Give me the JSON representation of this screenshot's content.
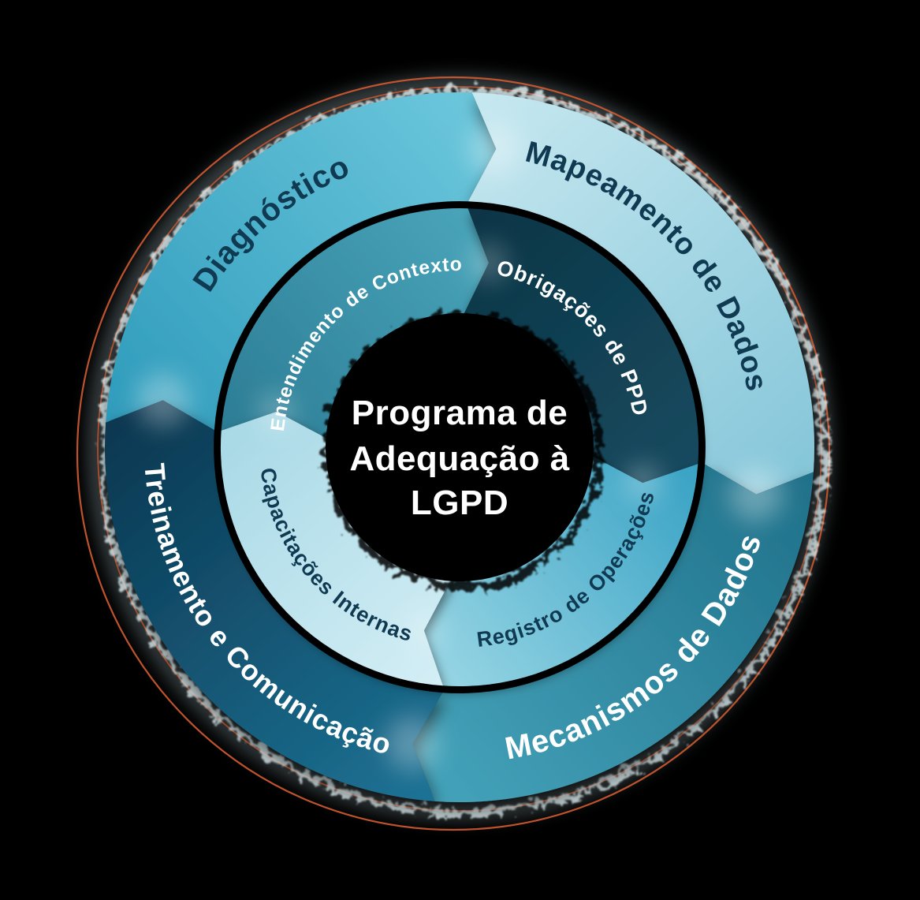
{
  "center_title": {
    "line1": "Programa de",
    "line2": "Adequação à",
    "line3": "LGPD"
  },
  "outer_ring": {
    "flow_direction": "clockwise",
    "segments": [
      {
        "id": "diagnostico",
        "label": "Diagnóstico",
        "position": "top-left",
        "color_start": "#2e9bbb",
        "color_end": "#6cc7dc",
        "text_color": "#0f3a52"
      },
      {
        "id": "mapeamento-de-dados",
        "label": "Mapeamento de Dados",
        "position": "top-right",
        "color_start": "#c7e8f0",
        "color_end": "#85c6d9",
        "text_color": "#0f3a52"
      },
      {
        "id": "mecanismos-de-dados",
        "label": "Mecanismos de Dados",
        "position": "bottom-right",
        "color_start": "#1f7089",
        "color_end": "#44a3ba",
        "text_color": "#ffffff"
      },
      {
        "id": "treinamento-e-comunicacao",
        "label": "Treinamento e Comunicação",
        "position": "bottom-left",
        "color_start": "#1d7396",
        "color_end": "#0b3750",
        "text_color": "#ffffff"
      }
    ]
  },
  "inner_ring": {
    "flow_direction": "clockwise",
    "segments": [
      {
        "id": "entendimento-de-contexto",
        "label": "Entendimento de Contexto",
        "position": "top-left",
        "color_start": "#2c7d95",
        "color_end": "#49a4b9",
        "text_color": "#ffffff"
      },
      {
        "id": "obrigacoes-de-ppd",
        "label": "Obrigações de PPD",
        "position": "top-right",
        "color_start": "#0d3546",
        "color_end": "#154a5f",
        "text_color": "#ffffff"
      },
      {
        "id": "registro-de-operacoes",
        "label": "Registro de Operações",
        "position": "bottom-right",
        "color_start": "#38a2c4",
        "color_end": "#97d5e4",
        "text_color": "#0f3a52"
      },
      {
        "id": "capacitacoes-internas",
        "label": "Capacitações Internas",
        "position": "bottom-left",
        "color_start": "#d4eef5",
        "color_end": "#a8d9e6",
        "text_color": "#0f3a52"
      }
    ]
  },
  "decor": {
    "background": "#000000",
    "ring_color": "#c9572f",
    "glow_color": "#e9fafd",
    "halo_color": "#cfeef7",
    "title_color": "#ffffff"
  }
}
